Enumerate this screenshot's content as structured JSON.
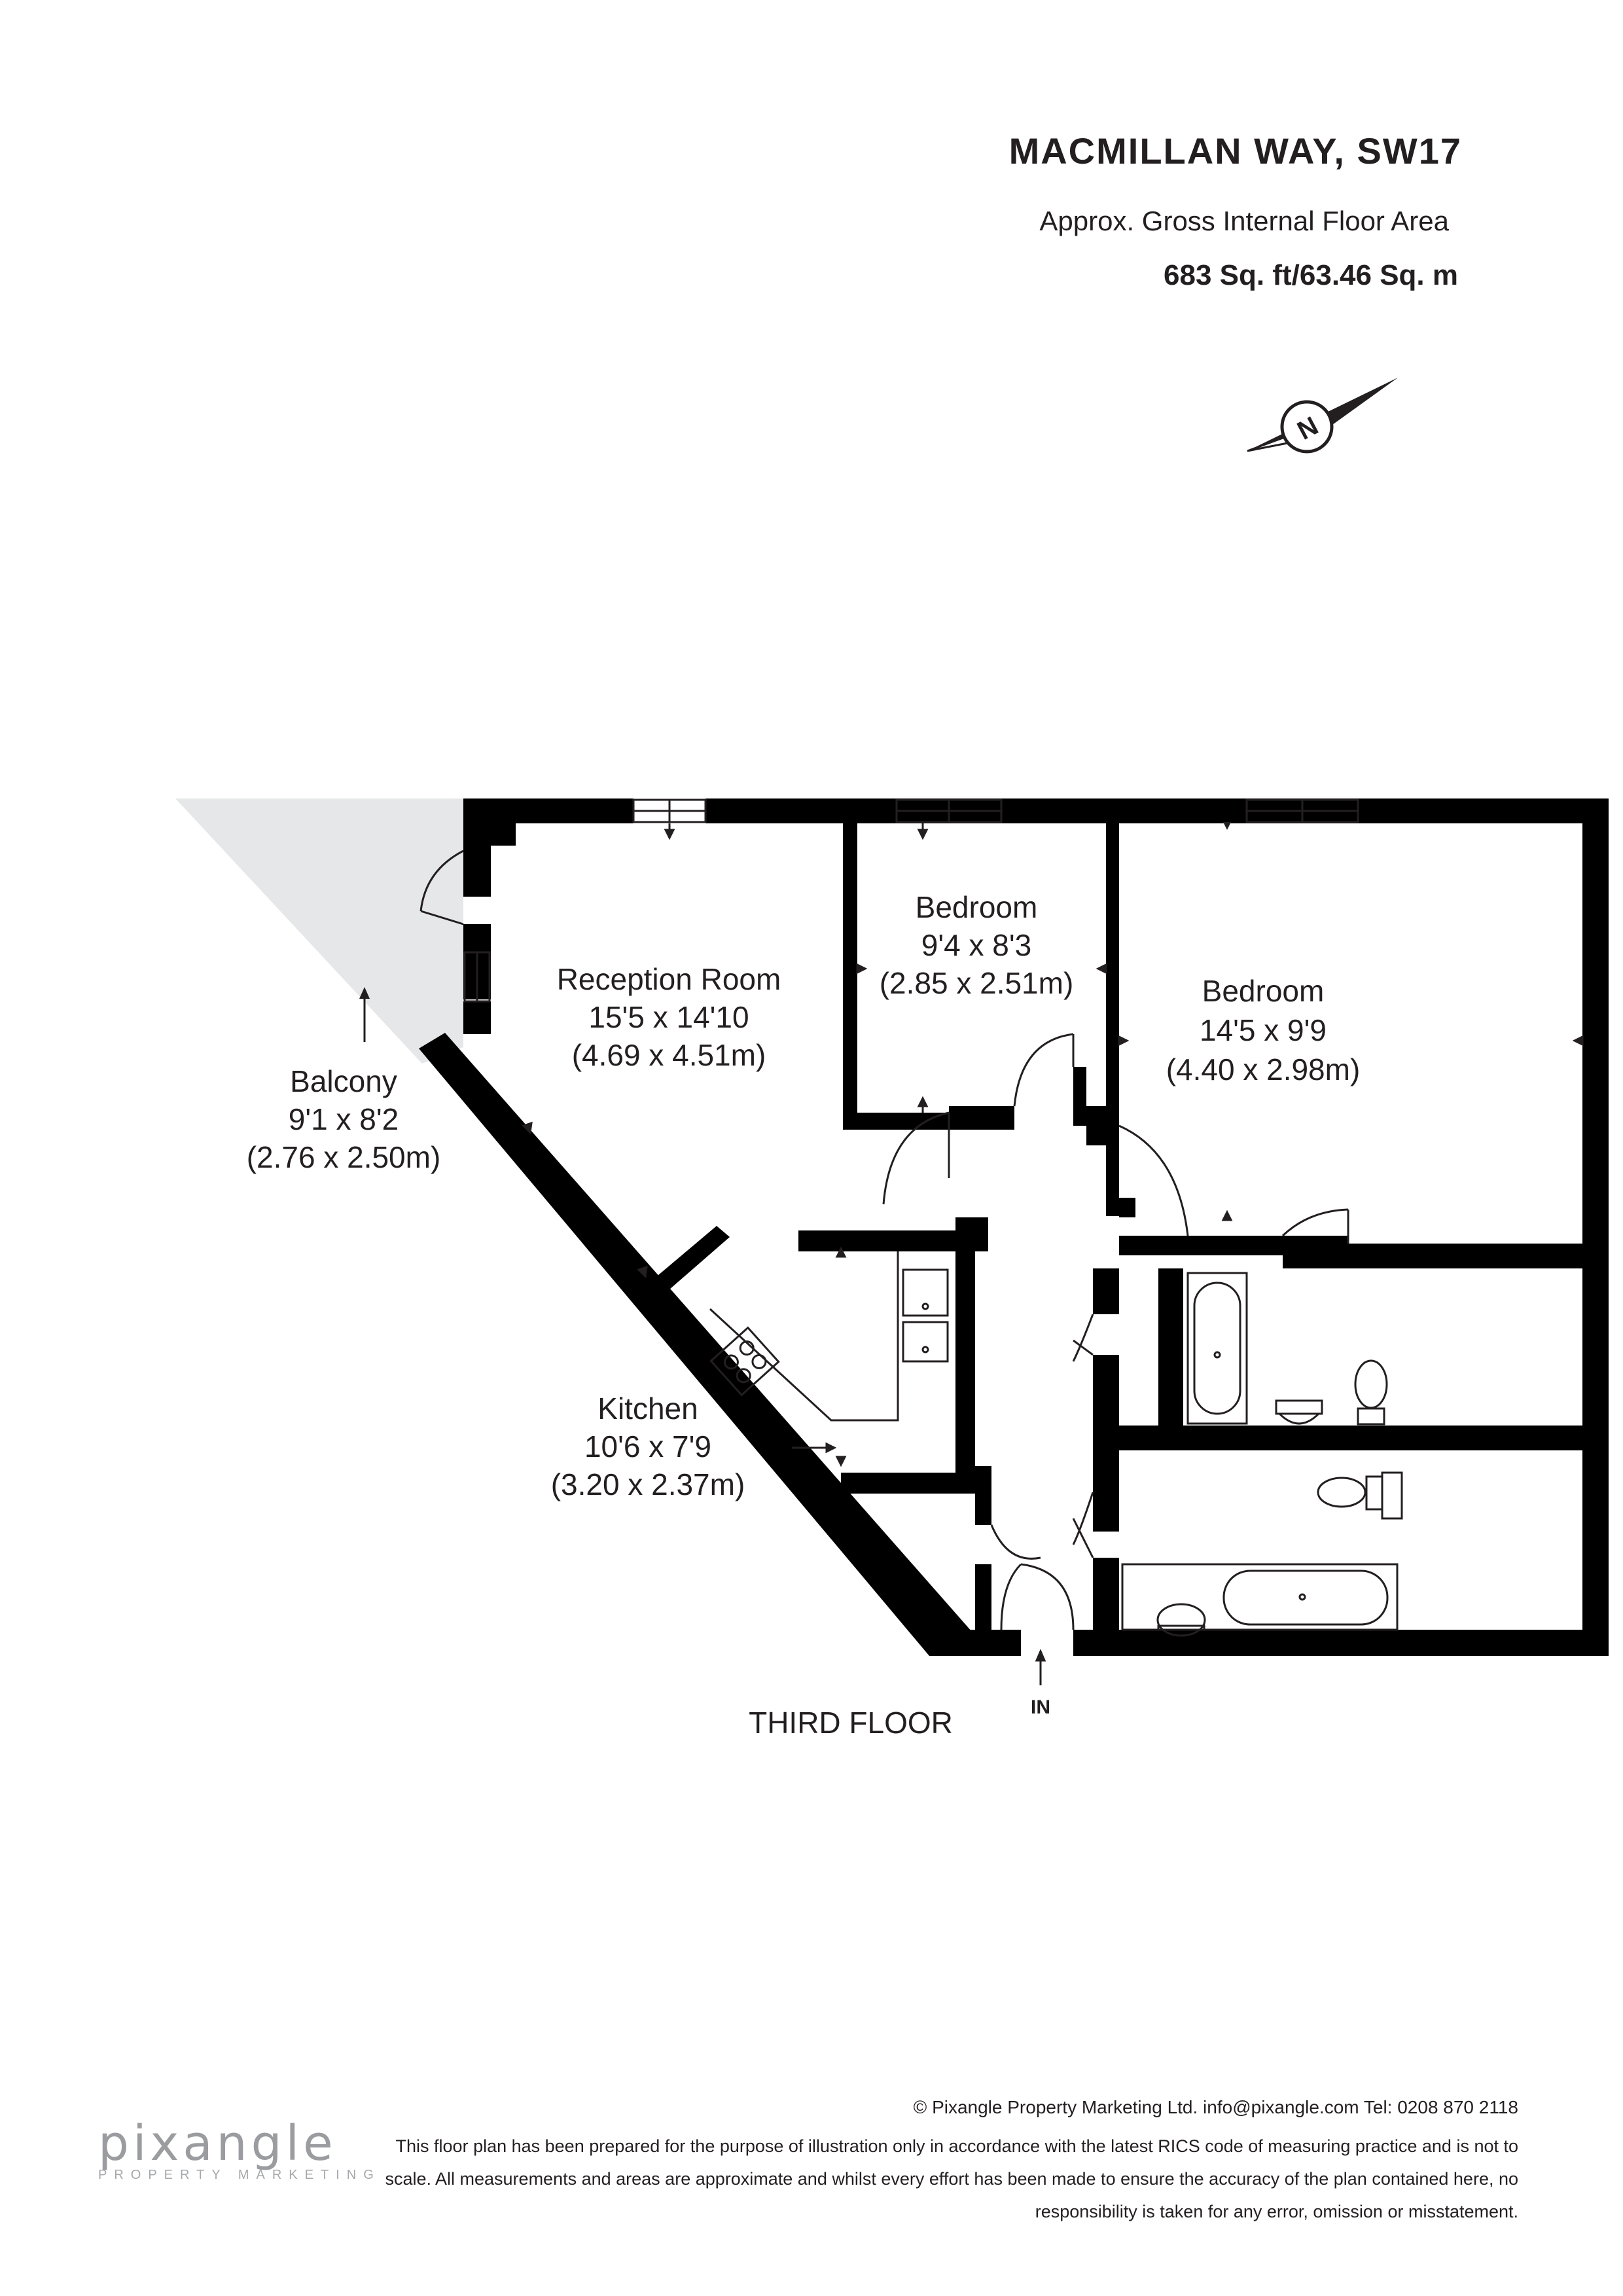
{
  "header": {
    "title": "MACMILLAN WAY, SW17",
    "subtitle": "Approx. Gross Internal Floor Area",
    "area": "683 Sq. ft/63.46 Sq. m"
  },
  "compass": {
    "label": "N"
  },
  "rooms": [
    {
      "name": "Reception Room",
      "imperial": "15'5 x 14'10",
      "metric": "(4.69 x 4.51m)"
    },
    {
      "name": "Bedroom",
      "imperial": "9'4 x 8'3",
      "metric": "(2.85 x 2.51m)"
    },
    {
      "name": "Bedroom",
      "imperial": "14'5 x 9'9",
      "metric": "(4.40 x 2.98m)"
    },
    {
      "name": "Balcony",
      "imperial": "9'1 x 8'2",
      "metric": "(2.76 x 2.50m)"
    },
    {
      "name": "Kitchen",
      "imperial": "10'6 x 7'9",
      "metric": "(3.20 x 2.37m)"
    }
  ],
  "entrance_label": "IN",
  "floor_label": "THIRD FLOOR",
  "footer": {
    "copyright": "© Pixangle Property Marketing Ltd. info@pixangle.com Tel: 0208 870 2118",
    "disclaimer": "This floor plan has been prepared for the purpose of illustration only in accordance with the latest RICS code of measuring practice and is not to scale. All measurements and areas are approximate and whilst every effort has been made to ensure the accuracy of the plan contained here, no responsibility is taken for any error, omission or misstatement."
  },
  "logo": {
    "wordmark": "pixangle",
    "tagline": "PROPERTY MARKETING"
  },
  "colors": {
    "wall": "#000000",
    "text": "#231f20",
    "balcony_fill": "#e6e7e8",
    "logo_grey": "#9a9c9f",
    "logo_accent": "#8fa8c4"
  }
}
